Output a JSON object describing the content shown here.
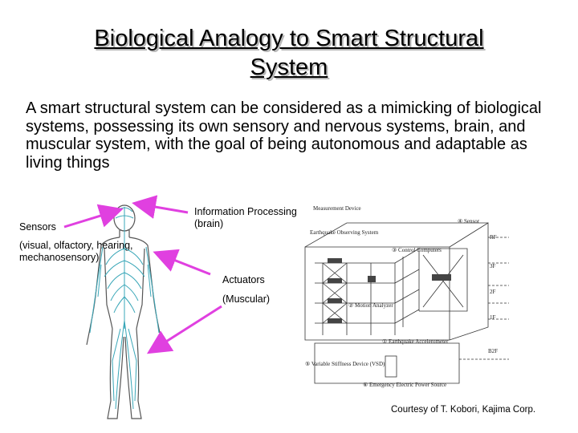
{
  "title": {
    "line1": "Biological Analogy to Smart Structural",
    "line2": "System"
  },
  "intro_text": "A smart structural system can be considered as a mimicking of biological systems, possessing its own sensory and nervous systems, brain, and muscular system, with the goal of being autonomous and adaptable as living things",
  "labels": {
    "sensors": "Sensors",
    "sensors_detail": "(visual, olfactory, hearing, mechanosensory)",
    "information_processing": "Information Processing (brain)",
    "actuators": "Actuators",
    "muscular": "(Muscular)"
  },
  "building_figure": {
    "measurement_device": "Measurement Device",
    "sensor": "④ Sensor",
    "earthquake_system": "Earthquake Observing System",
    "control_computers": "③ Control Computers",
    "motion_analyzer": "② Motion Analyzer",
    "accelerometer": "① Earthquake Accelerometer",
    "vsd": "⑤ Variable Stiffness Device (VSD)",
    "power_source": "⑥ Emergency Electric Power Source",
    "floor_rf": "RF",
    "floor_3f": "3F",
    "floor_2f": "2F",
    "floor_1f": "1F",
    "floor_b2f": "B2F"
  },
  "credit": "Courtesy of T. Kobori, Kajima Corp.",
  "colors": {
    "arrow": "#e040e0",
    "nerve": "#3aa7b8",
    "title_shadow": "#b8b8b8"
  }
}
